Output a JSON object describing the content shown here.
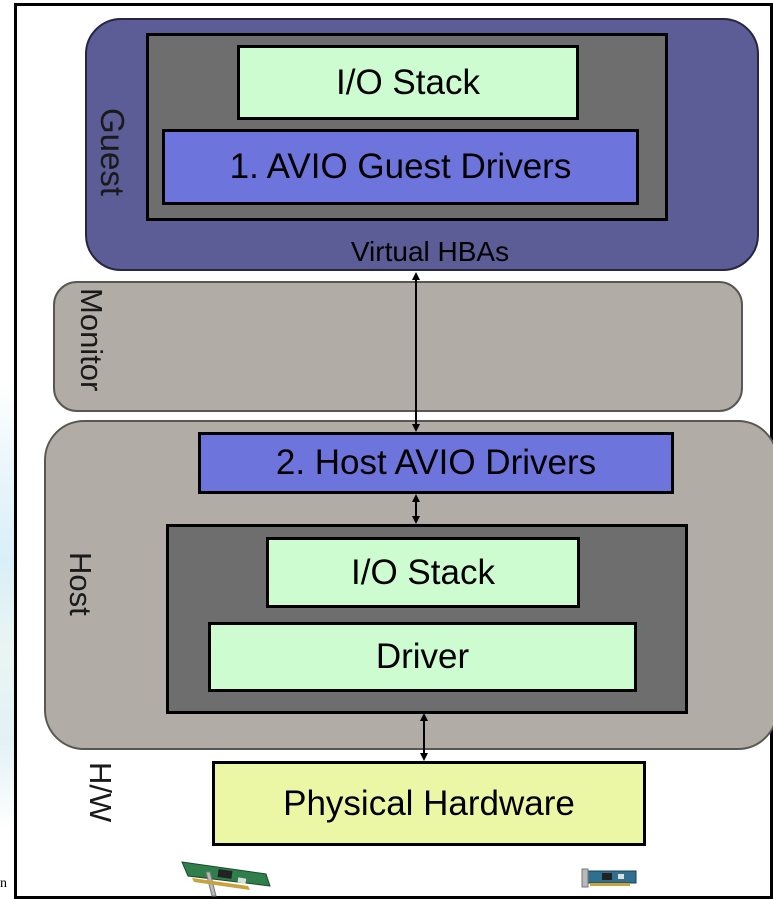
{
  "diagram": {
    "layers": {
      "guest": "Guest",
      "monitor": "Monitor",
      "host": "Host",
      "hardware": "H/W"
    },
    "guest": {
      "io_stack": "I/O Stack",
      "drivers": "1. AVIO Guest Drivers",
      "virtual_hbas": "Virtual HBAs"
    },
    "host": {
      "drivers": "2. Host AVIO Drivers",
      "io_stack": "I/O Stack",
      "driver": "Driver"
    },
    "hardware": {
      "physical": "Physical Hardware"
    },
    "fragment_text": "n",
    "colors": {
      "guest_layer": "#5c5c96",
      "monitor_host_layer": "#b1aca6",
      "container": "#6e6e6e",
      "green_box": "#cdfcd0",
      "blue_box": "#6d74dc",
      "yellow_box": "#ebf7a4"
    },
    "icons": [
      "pci-card-icon",
      "pci-card-small-icon"
    ]
  }
}
